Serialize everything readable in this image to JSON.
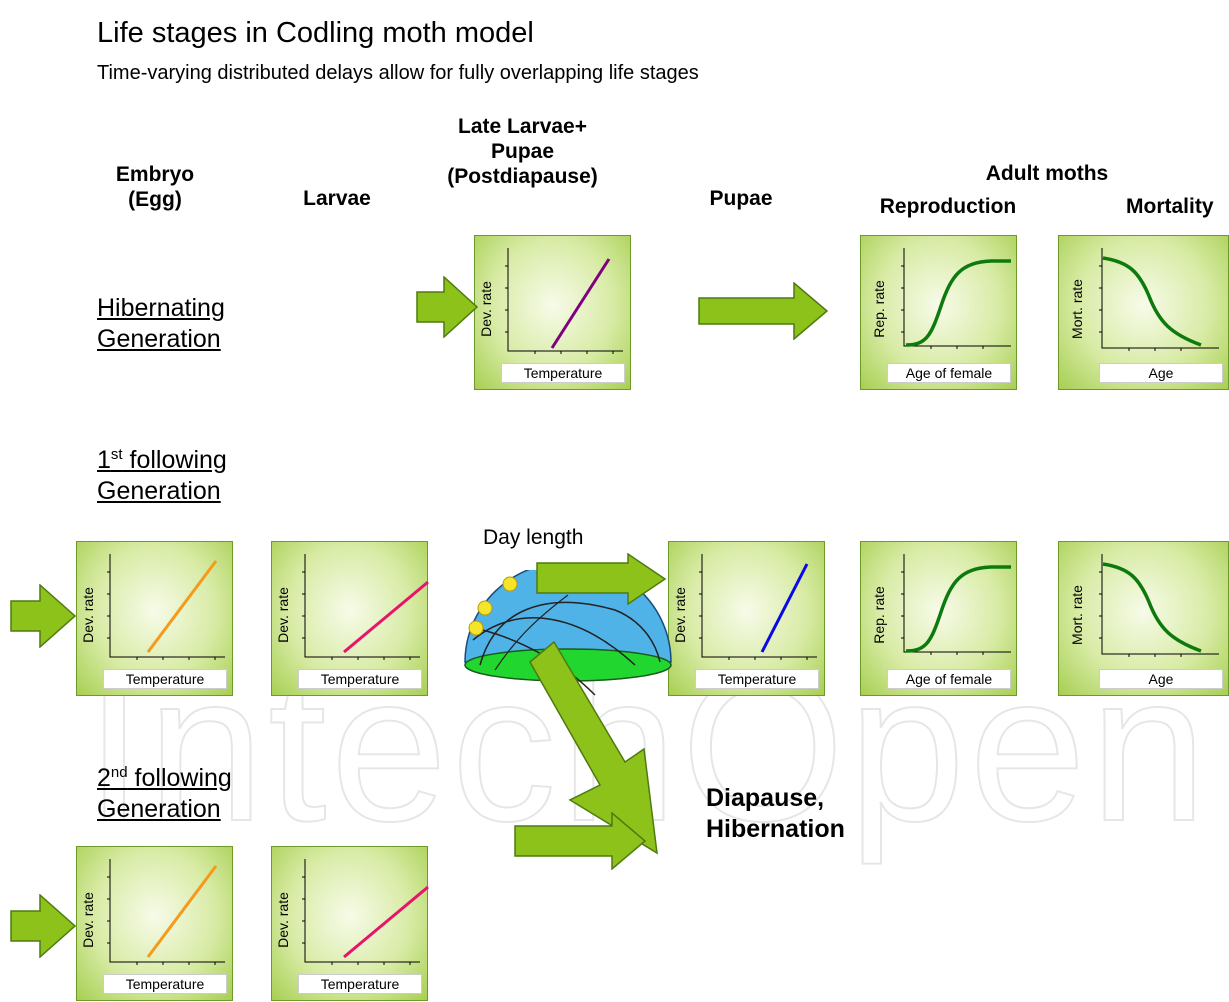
{
  "title": "Life stages in Codling moth model",
  "subtitle": "Time-varying distributed delays allow for  fully overlapping life stages",
  "columns": {
    "embryo": "Embryo\n(Egg)",
    "larvae": "Larvae",
    "late_larvae": "Late Larvae+\nPupae\n(Postdiapause)",
    "pupae": "Pupae",
    "adult_moths": "Adult moths",
    "reproduction": "Reproduction",
    "mortality": "Mortality"
  },
  "rows": {
    "hibernating": {
      "line1": "Hibernating",
      "line2": "Generation"
    },
    "first": {
      "num": "1",
      "sup": "st",
      "rest": " following",
      "line2": "Generation"
    },
    "second": {
      "num": "2",
      "sup": "nd",
      "rest": " following",
      "line2": "Generation"
    }
  },
  "labels": {
    "dev_rate": "Dev. rate",
    "temperature": "Temperature",
    "rep_rate": "Rep. rate",
    "age_of_female": "Age of female",
    "mort_rate": "Mort. rate",
    "age": "Age",
    "day_length": "Day length",
    "diapause": "Diapause,\nHibernation"
  },
  "colors": {
    "arrow_fill": "#8cc21a",
    "arrow_stroke": "#4f7a10",
    "line_purple": "#800080",
    "line_orange": "#f59a1b",
    "line_pink": "#e8146a",
    "line_blue": "#0a0ae6",
    "line_green": "#0d7a0d",
    "sky_blue": "#4fb3e8",
    "ground_green": "#22d630",
    "sun_yellow": "#f5e52a"
  },
  "watermark": "IntechOpen"
}
